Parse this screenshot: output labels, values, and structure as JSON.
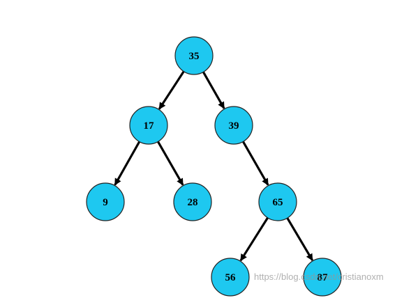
{
  "tree": {
    "style": {
      "node_fill": "#1ec8f0",
      "edge_color": "#000000"
    },
    "nodes": [
      {
        "id": "n35",
        "label": "35"
      },
      {
        "id": "n17",
        "label": "17"
      },
      {
        "id": "n39",
        "label": "39"
      },
      {
        "id": "n9",
        "label": "9"
      },
      {
        "id": "n28",
        "label": "28"
      },
      {
        "id": "n65",
        "label": "65"
      },
      {
        "id": "n56",
        "label": "56"
      },
      {
        "id": "n87",
        "label": "87"
      }
    ],
    "edges": [
      {
        "from": "n35",
        "to": "n17"
      },
      {
        "from": "n35",
        "to": "n39"
      },
      {
        "from": "n17",
        "to": "n9"
      },
      {
        "from": "n17",
        "to": "n28"
      },
      {
        "from": "n39",
        "to": "n65"
      },
      {
        "from": "n65",
        "to": "n56"
      },
      {
        "from": "n65",
        "to": "n87"
      }
    ]
  },
  "watermark": {
    "text": "https://blog.csdn.net/cristianoxm"
  }
}
